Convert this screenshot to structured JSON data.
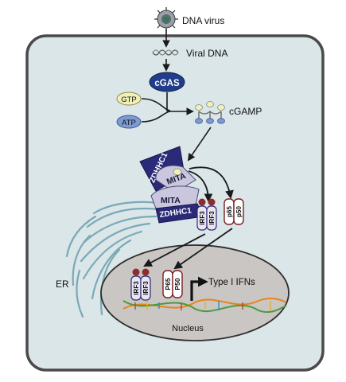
{
  "labels": {
    "dna_virus": "DNA virus",
    "viral_dna": "Viral DNA",
    "cgas": "cGAS",
    "gtp": "GTP",
    "atp": "ATP",
    "cgamp": "cGAMP",
    "zdhhc1": "ZDHHC1",
    "mita": "MITA",
    "irf3": "IRF3",
    "p65": "p65",
    "p50": "p50",
    "p65_nuclear": "P65",
    "p50_nuclear": "P50",
    "type_i_ifns": "Type I IFNs",
    "er": "ER",
    "nucleus": "Nucleus"
  },
  "colors": {
    "cell_fill": "#dbe6e8",
    "cell_border": "#4a4a4a",
    "nucleus_fill": "#c9c6c3",
    "cgas_fill": "#1f3d8a",
    "zdhhc1_fill": "#2b2a78",
    "mita_fill": "#c9c6dd",
    "irf3_fill": "#e9e6f2",
    "p65_border": "#7a1f1f",
    "er_stroke": "#7aa9b8",
    "gtp_fill": "#f1f0b8",
    "atp_fill": "#7d9ad3",
    "dna_orange": "#e8841f",
    "dna_green": "#4c9b3c"
  }
}
